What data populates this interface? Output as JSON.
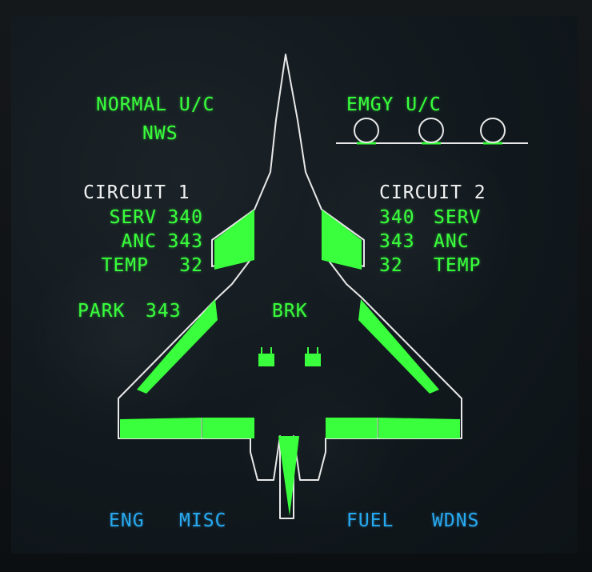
{
  "left_panel": {
    "normal_uc": "NORMAL U/C",
    "nws": "NWS",
    "circuit_title": "CIRCUIT 1",
    "serv_label": "SERV",
    "serv_value": "340",
    "anc_label": "ANC",
    "anc_value": "343",
    "temp_label": "TEMP",
    "temp_value": "32",
    "park_label": "PARK",
    "park_value": "343"
  },
  "right_panel": {
    "emgy_uc": "EMGY U/C",
    "circuit_title": "CIRCUIT 2",
    "serv_value": "340",
    "serv_label": "SERV",
    "anc_value": "343",
    "anc_label": "ANC",
    "temp_value": "32",
    "temp_label": "TEMP"
  },
  "center": {
    "brk": "BRK"
  },
  "softkeys": {
    "eng": "ENG",
    "misc": "MISC",
    "fuel": "FUEL",
    "wdns": "WDNS"
  },
  "colors": {
    "active_green": "#39ff3c",
    "header_white": "#f2f2f2",
    "softkey_blue": "#28a9f0"
  }
}
